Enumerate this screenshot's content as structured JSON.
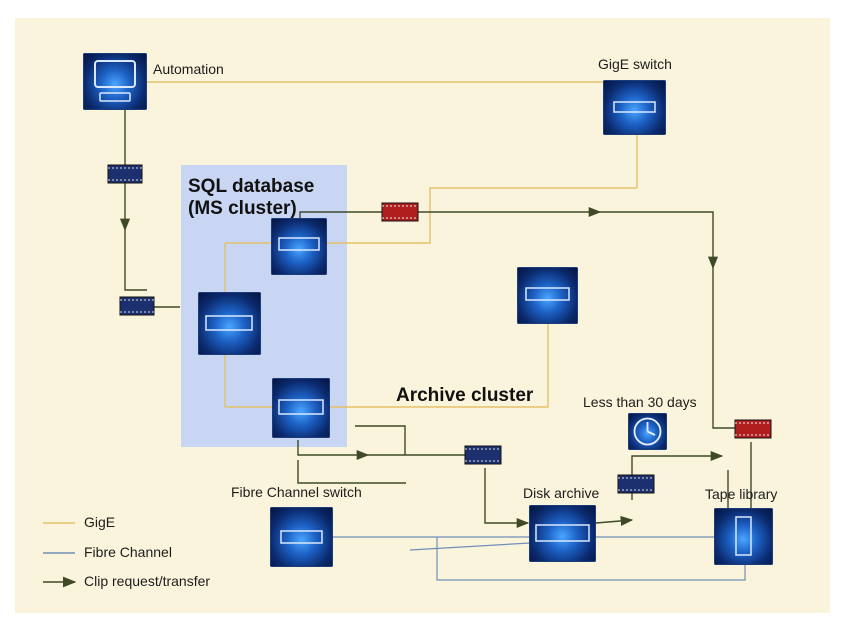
{
  "nodes": {
    "automation": {
      "label": "Automation",
      "icon": "monitor-icon"
    },
    "gige_switch": {
      "label": "GigE switch",
      "icon": "switch-icon"
    },
    "sql_database": {
      "label_line1": "SQL database",
      "label_line2": "(MS cluster)",
      "icon": "server-icon"
    },
    "archive_cluster": {
      "label": "Archive cluster",
      "icon": "server-icon"
    },
    "fibre_channel_switch": {
      "label": "Fibre Channel switch",
      "icon": "switch-icon"
    },
    "disk_archive": {
      "label": "Disk archive",
      "icon": "disk-array-icon"
    },
    "tape_library": {
      "label": "Tape library",
      "icon": "tape-library-icon"
    },
    "retention": {
      "label": "Less than 30 days",
      "icon": "clock-icon"
    }
  },
  "legend": [
    {
      "label": "GigE",
      "color": "#e3c16a",
      "style": "solid"
    },
    {
      "label": "Fibre Channel",
      "color": "#6f8fb8",
      "style": "solid"
    },
    {
      "label": "Clip request/transfer",
      "color": "#2f3b1e",
      "style": "arrow"
    }
  ],
  "colors": {
    "background": "#fbf4dc",
    "cluster_panel": "#c8d6f4",
    "gige": "#e3c16a",
    "fibre_channel": "#6f8fb8",
    "clip_path": "#3e4a26",
    "film_blue": "#1c2f6e",
    "film_red": "#b01e1e"
  }
}
